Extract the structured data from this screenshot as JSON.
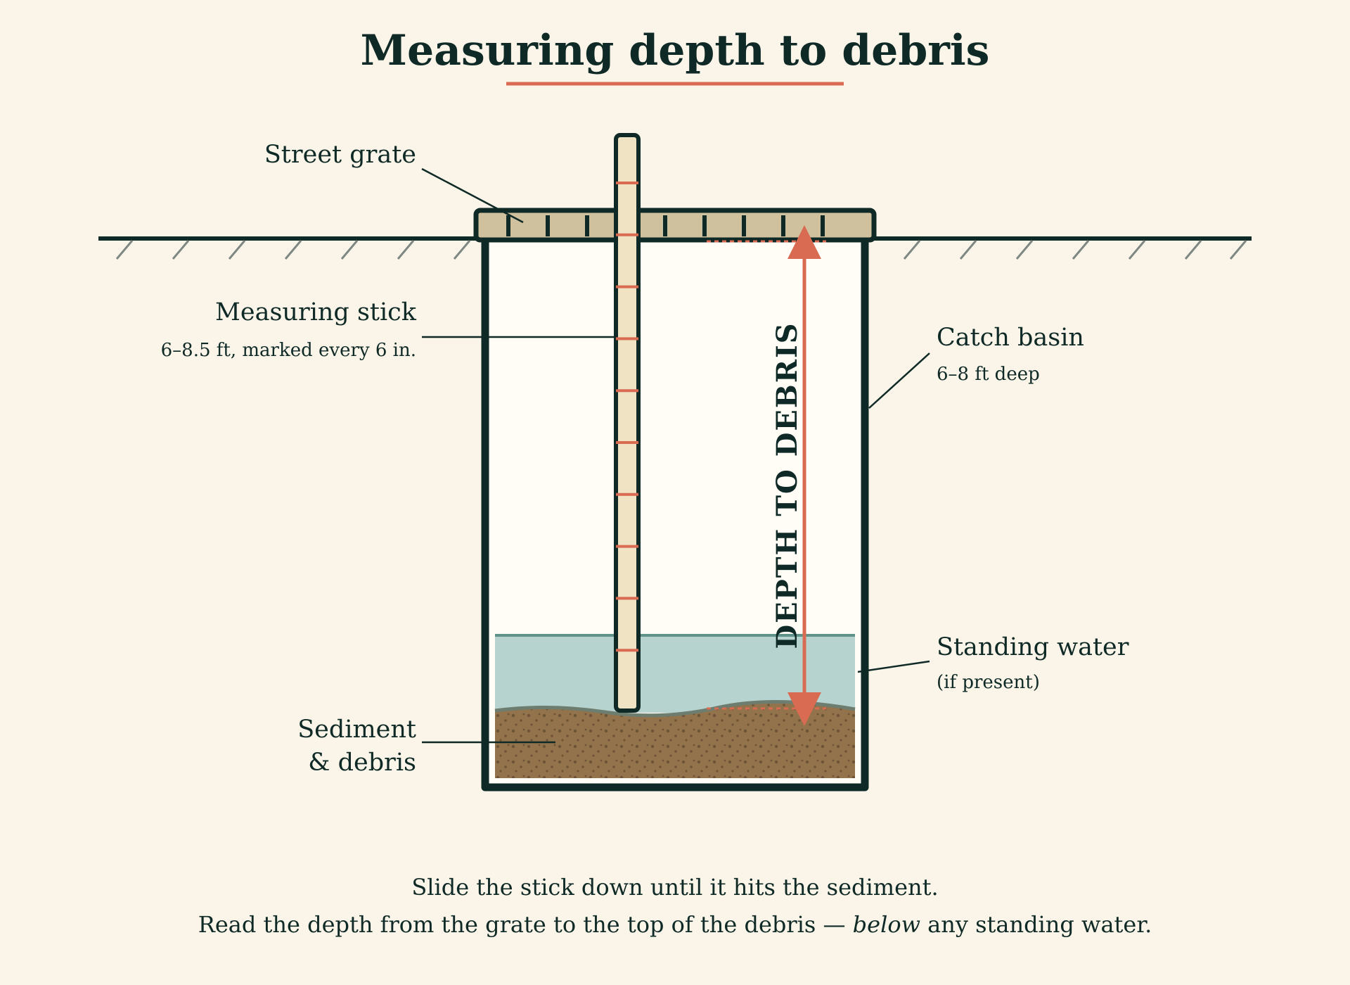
{
  "title": "Measuring depth to debris",
  "labels": {
    "street_grate": "Street grate",
    "measuring_stick": "Measuring stick",
    "measuring_stick_note": "6–8.5 ft, marked every 6 in.",
    "catch_basin": "Catch basin",
    "catch_basin_note": "6–8 ft deep",
    "standing_water": "Standing water",
    "standing_water_note": "(if present)",
    "sediment_line1": "Sediment",
    "sediment_line2": "& debris",
    "depth_to_debris": "DEPTH TO DEBRIS"
  },
  "caption": {
    "line1": "Slide the stick down until it hits the sediment.",
    "line2_before": "Read the depth from the grate to the top of the debris — ",
    "line2_em": "below",
    "line2_after": " any standing water."
  },
  "colors": {
    "ink": "#0f2a26",
    "accent": "#d96b52",
    "background": "#fbf5e9",
    "basin_interior": "#fffdf6",
    "grate": "#cfc09e",
    "stick": "#efe3c4",
    "water": "#b7d3cf",
    "water_line": "#5e928a",
    "sediment": "#93734c",
    "sediment_dots": "#6e5436",
    "ground_hatch": "#7e8884"
  }
}
